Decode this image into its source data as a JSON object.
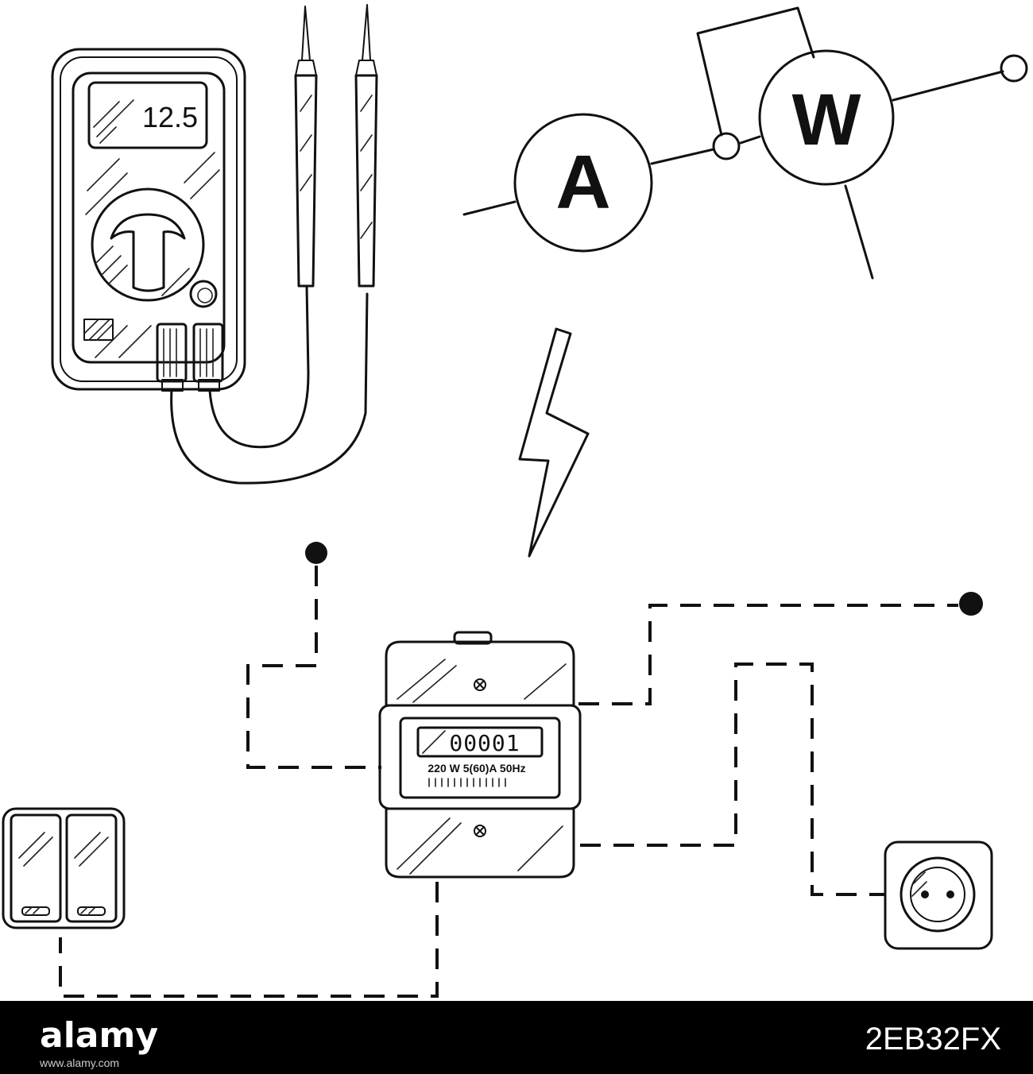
{
  "multimeter": {
    "display_value": "12.5"
  },
  "schematic": {
    "ammeter_symbol": "A",
    "wattmeter_symbol": "W"
  },
  "energy_meter": {
    "counter": "00001",
    "spec_label": "220 W 5(60)A 50Hz"
  },
  "footer": {
    "brand": "alamy",
    "image_id": "2EB32FX",
    "url": "www.alamy.com"
  },
  "colors": {
    "ink": "#111111",
    "paper": "#ffffff",
    "footer_bg": "#000000"
  }
}
